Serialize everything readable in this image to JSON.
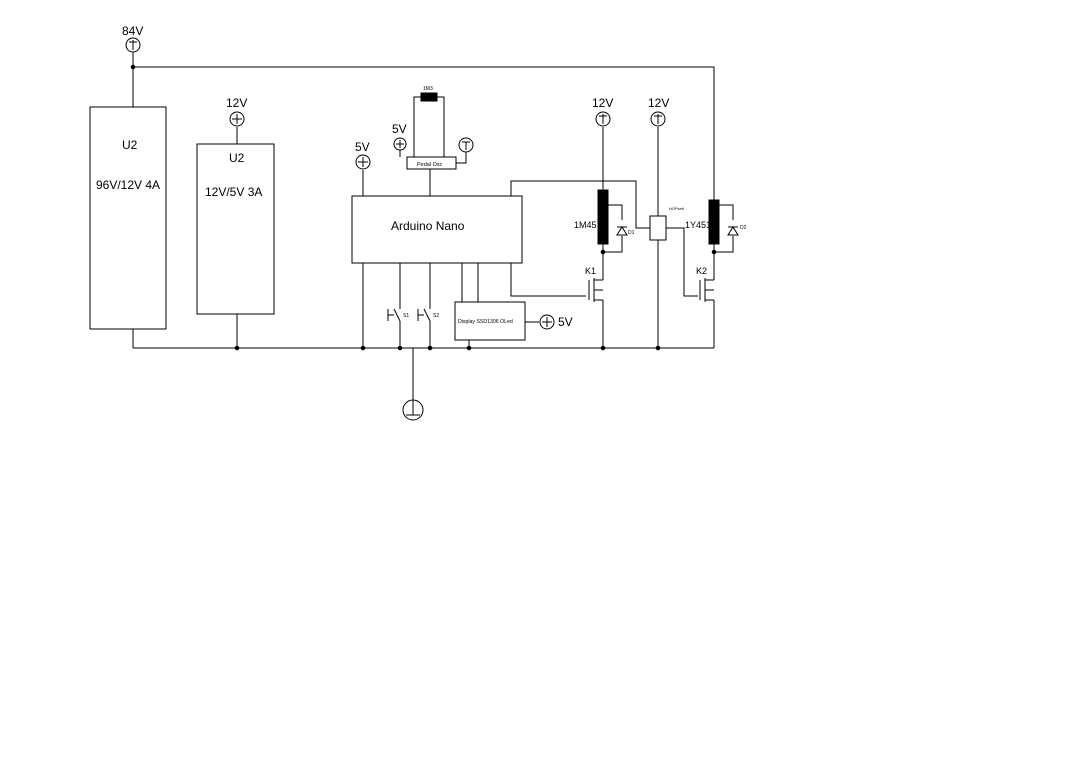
{
  "supplies": {
    "v84": "84V",
    "v12_psu": "12V",
    "v5_nano": "5V",
    "v5_pedal": "5V",
    "v12_relay1": "12V",
    "v12_relay2": "12V",
    "v5_display": "5V"
  },
  "blocks": {
    "u2_left": {
      "ref": "U2",
      "desc": "96V/12V 4A"
    },
    "u2_right": {
      "ref": "U2",
      "desc": "12V/5V 3A"
    },
    "nano": "Arduino Nano",
    "pedal": "Pedal Osc",
    "pedal_top": "1M3",
    "display": "Display SSD1306 OLed",
    "mid_box_label": "HOPseti"
  },
  "components": {
    "coil1": "1M45",
    "coil2": "1Y451",
    "diode1": "D1",
    "diode2": "D2",
    "switch1": "S1",
    "switch2": "S2",
    "mosfet1": "K1",
    "mosfet2": "K2"
  },
  "icons": [
    "supply-terminal-icon",
    "ground-icon",
    "diode-icon",
    "mosfet-icon",
    "switch-icon",
    "coil-icon"
  ]
}
